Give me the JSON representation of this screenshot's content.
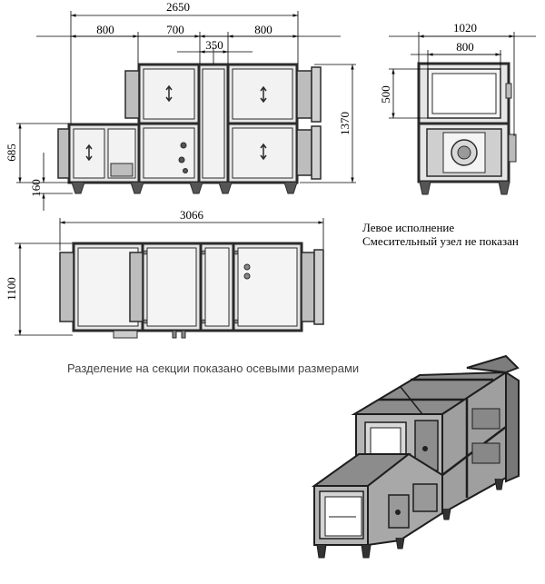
{
  "dimensions": {
    "total_length": "2650",
    "sec1_length": "800",
    "sec2_length": "700",
    "sec3_length": "800",
    "middle_section": "350",
    "end_width": "1020",
    "end_inner_width": "800",
    "end_opening_height": "500",
    "total_height": "1370",
    "lower_height": "685",
    "leg_height": "160",
    "plan_length": "3066",
    "plan_width": "1100"
  },
  "notes": {
    "line1": "Левое исполнение",
    "line2": "Смесительный узел не показан"
  },
  "caption": "Разделение на секции показано осевыми размерами",
  "colors": {
    "frame": "#2b2b2b",
    "panel": "#e6e6e6",
    "panel_dark": "#9a9a9a",
    "iso_top": "#8c8c8c",
    "iso_side": "#b5b5b5"
  }
}
